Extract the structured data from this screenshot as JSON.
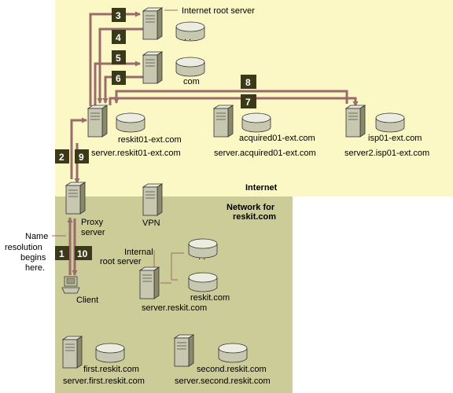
{
  "colors": {
    "internet_bg": "#fcf8c6",
    "private_bg": "#cccc99",
    "arrow": "#9a6b6b",
    "step_box": "#3a3a1a"
  },
  "regions": {
    "internet": "Internet",
    "private_line1": "Network for",
    "private_line2": "reskit.com"
  },
  "internet_root": {
    "label": "Internet root server",
    "zone": ". ."
  },
  "com_server": {
    "zone": "com"
  },
  "reskit_ext": {
    "zone": "reskit01-ext.com",
    "server": "server.reskit01-ext.com"
  },
  "acquired_ext": {
    "zone": "acquired01-ext.com",
    "server": "server.acquired01-ext.com"
  },
  "isp_ext": {
    "zone": "isp01-ext.com",
    "server": "server2.isp01-ext.com"
  },
  "proxy": {
    "line1": "Proxy",
    "line2": "server"
  },
  "vpn": {
    "label": "VPN"
  },
  "client": {
    "label": "Client"
  },
  "name_resolution_note": [
    "Name",
    "resolution",
    "begins",
    "here."
  ],
  "internal_root": {
    "line1": "Internal",
    "line2": "root server",
    "zone_root": ". .",
    "zone": "reskit.com",
    "server": "server.reskit.com"
  },
  "first": {
    "zone": "first.reskit.com",
    "server": "server.first.reskit.com"
  },
  "second": {
    "zone": "second.reskit.com",
    "server": "server.second.reskit.com"
  },
  "steps": [
    "1",
    "2",
    "3",
    "4",
    "5",
    "6",
    "7",
    "8",
    "9",
    "10"
  ]
}
